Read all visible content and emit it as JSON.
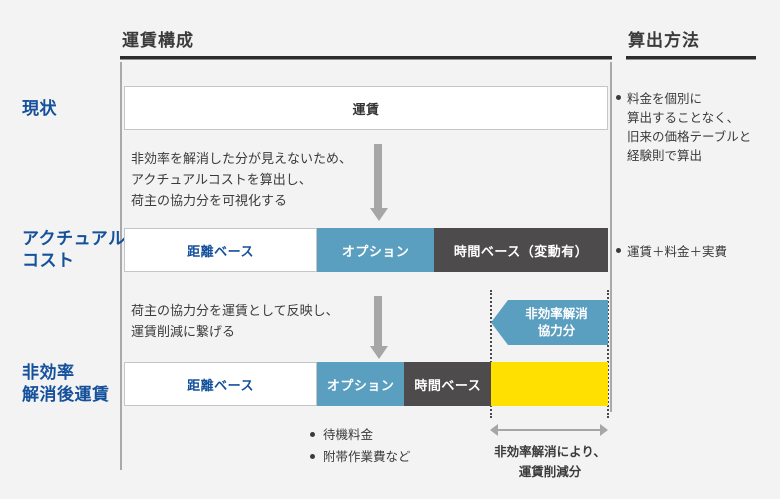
{
  "headers": {
    "fare_composition": "運賃構成",
    "calculation_method": "算出方法"
  },
  "rows": [
    {
      "label": "現状",
      "segments": [
        {
          "label": "運賃",
          "color": "#ffffff",
          "text_color": "#333333",
          "width_pct": 100
        }
      ],
      "method_bullets": [
        "料金を個別に\n算出することなく、\n旧来の価格テーブルと\n経験則で算出"
      ]
    },
    {
      "label": "アクチュアル\nコスト",
      "segments": [
        {
          "label": "距離ベース",
          "color": "#ffffff",
          "text_color": "#14509b",
          "width_pct": 39.9
        },
        {
          "label": "オプション",
          "color": "#5a9ec0",
          "text_color": "#ffffff",
          "width_pct": 24.2
        },
        {
          "label": "時間ベース（変動有）",
          "color": "#4d4b4b",
          "text_color": "#ffffff",
          "width_pct": 35.9
        }
      ],
      "method_bullets": [
        "運賃＋料金＋実費"
      ]
    },
    {
      "label": "非効率\n解消後運賃",
      "segments": [
        {
          "label": "距離ベース",
          "color": "#ffffff",
          "text_color": "#14509b",
          "width_pct": 39.9
        },
        {
          "label": "オプション",
          "color": "#5a9ec0",
          "text_color": "#ffffff",
          "width_pct": 18.0
        },
        {
          "label": "時間ベース",
          "color": "#4d4b4b",
          "text_color": "#ffffff",
          "width_pct": 18.0
        },
        {
          "label": "",
          "color": "#ffe000",
          "text_color": "#333333",
          "width_pct": 24.1
        }
      ],
      "method_bullets": []
    }
  ],
  "notes": {
    "note_1": "非効率を解消した分が見えないため、\nアクチュアルコストを算出し、\n荷主の協力分を可視化する",
    "note_2": "荷主の協力分を運賃として反映し、\n運賃削減に繋げる"
  },
  "callout": {
    "label": "非効率解消\n協力分",
    "color": "#5a9ec0",
    "direction": "left"
  },
  "bottom_bullets": [
    "待機料金",
    "附帯作業費など"
  ],
  "bottom_caption": "非効率解消により、\n運賃削減分",
  "colors": {
    "accent_blue": "#14509b",
    "teal": "#5a9ec0",
    "dark_gray": "#4d4b4b",
    "yellow": "#ffe000",
    "background": "#f2f3f2",
    "arrow_gray": "#a6a6a6"
  }
}
